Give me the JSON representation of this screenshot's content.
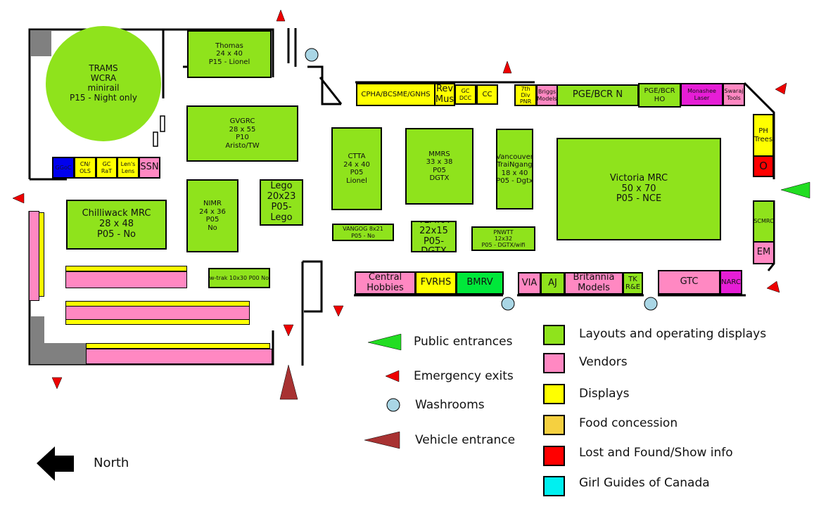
{
  "booths": [
    {
      "label": "TRAMS\nWCRA\nminirail\nP15 - Night only",
      "type": "layout"
    },
    {
      "label": "Thomas\n24 x 40\nP15 - Lionel",
      "type": "layout"
    },
    {
      "label": "GVGRC\n28 x 55\nP10\nAristo/TW",
      "type": "layout"
    },
    {
      "label": "GGoC",
      "type": "girl-guides"
    },
    {
      "label": "CN/\nOLS",
      "type": "display"
    },
    {
      "label": "GC\nRaT",
      "type": "display"
    },
    {
      "label": "Len's\nLens",
      "type": "display"
    },
    {
      "label": "SSN",
      "type": "vendor"
    },
    {
      "label": "Chilliwack MRC\n28 x 48\nP05 - No",
      "type": "layout"
    },
    {
      "label": "NIMR\n24 x 36\nP05\nNo",
      "type": "layout"
    },
    {
      "label": "Lego\n20x23\nP05-Lego",
      "type": "layout"
    },
    {
      "label": "w-trak 10x30 P00 No",
      "type": "layout"
    },
    {
      "label": "CTTA\n24 x 40\nP05\nLionel",
      "type": "layout"
    },
    {
      "label": "MMRS\n33 x 38\nP05\nDGTX",
      "type": "layout"
    },
    {
      "label": "Vancouver\nTraiNgang\n18 x 40\nP05 - Dgtx",
      "type": "layout"
    },
    {
      "label": "Victoria MRC\n50 x 70\nP05 - NCE",
      "type": "layout"
    },
    {
      "label": "VANGOG 8x21\nP05 - No",
      "type": "layout"
    },
    {
      "label": "TLMRA\n22x15\nP05- DGTX",
      "type": "layout"
    },
    {
      "label": "PNWTT\n12x32\nP05 - DGTX/wifi",
      "type": "layout"
    },
    {
      "label": "CPHA/BCSME/GNHS",
      "type": "display"
    },
    {
      "label": "Rev\nMus",
      "type": "display"
    },
    {
      "label": "GC\nDCC",
      "type": "display"
    },
    {
      "label": "CC",
      "type": "display"
    },
    {
      "label": "7th Div\nPNR",
      "type": "display"
    },
    {
      "label": "Briggs\nModels",
      "type": "vendor"
    },
    {
      "label": "PGE/BCR N",
      "type": "layout"
    },
    {
      "label": "PGE/BCR HO",
      "type": "layout"
    },
    {
      "label": "Monashee\nLaser",
      "type": "vendor"
    },
    {
      "label": "Swaraj\nTools",
      "type": "vendor"
    },
    {
      "label": "PH\nTrees",
      "type": "display"
    },
    {
      "label": "O",
      "type": "info"
    },
    {
      "label": "SCMRC",
      "type": "layout"
    },
    {
      "label": "EM",
      "type": "vendor"
    },
    {
      "label": "Central\nHobbies",
      "type": "vendor"
    },
    {
      "label": "FVRHS",
      "type": "display"
    },
    {
      "label": "BMRV",
      "type": "layout"
    },
    {
      "label": "VIA",
      "type": "vendor"
    },
    {
      "label": "AJ",
      "type": "layout"
    },
    {
      "label": "Britannia\nModels",
      "type": "vendor"
    },
    {
      "label": "TK\nR&E",
      "type": "layout"
    },
    {
      "label": "GTC",
      "type": "vendor"
    },
    {
      "label": "NARC",
      "type": "vendor"
    }
  ],
  "legend_symbols": [
    {
      "label": "Public entrances",
      "icon": "green-triangle"
    },
    {
      "label": "Emergency exits",
      "icon": "red-triangle"
    },
    {
      "label": "Washrooms",
      "icon": "circle"
    },
    {
      "label": "Vehicle entrance",
      "icon": "brown-triangle"
    }
  ],
  "legend_colors": [
    {
      "label": "Layouts and operating displays",
      "color": "#8fe31c"
    },
    {
      "label": "Vendors",
      "color": "#ff88c2"
    },
    {
      "label": "Displays",
      "color": "#ffff00"
    },
    {
      "label": "Food concession",
      "color": "#f5d040"
    },
    {
      "label": "Lost and Found/Show info",
      "color": "#ff0000"
    },
    {
      "label": "Girl Guides of Canada",
      "color": "#00f0f0"
    }
  ],
  "north_label": "North"
}
